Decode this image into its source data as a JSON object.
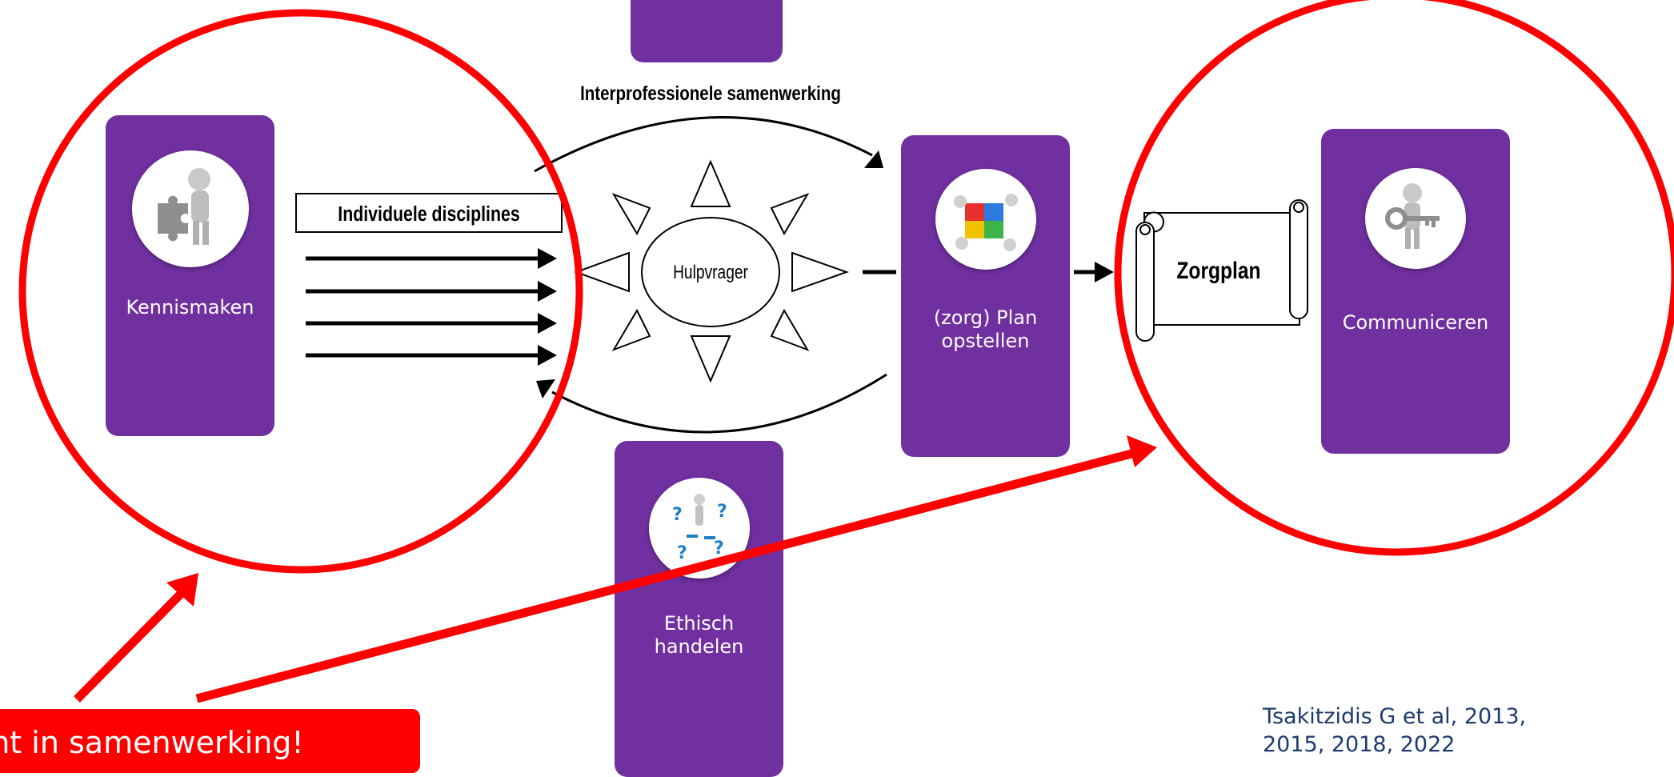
{
  "diagram": {
    "top_heading": "Interprofessionele samenwerking",
    "individual_box_label": "Individuele disciplines",
    "center_label": "Hulpvrager",
    "care_plan_label": "Zorgplan"
  },
  "cards": {
    "kennismaken": {
      "label": "Kennismaken",
      "icon": "puzzle-person-icon"
    },
    "plan": {
      "label_line1": "(zorg) Plan",
      "label_line2": "opstellen",
      "icon": "puzzle-team-icon"
    },
    "communiceren": {
      "label": "Communiceren",
      "icon": "key-person-icon"
    },
    "ethisch": {
      "label_line1": "Ethisch",
      "label_line2": "handelen",
      "icon": "question-marks-icon"
    }
  },
  "callout": {
    "text": "punt in samenwerking!"
  },
  "citation": {
    "line1": "Tsakitzidis G et al, 2013,",
    "line2": "2015, 2018, 2022"
  },
  "colors": {
    "card_purple": "#7030a0",
    "highlight_red": "#ff0000",
    "citation_blue": "#1f3a6e"
  }
}
